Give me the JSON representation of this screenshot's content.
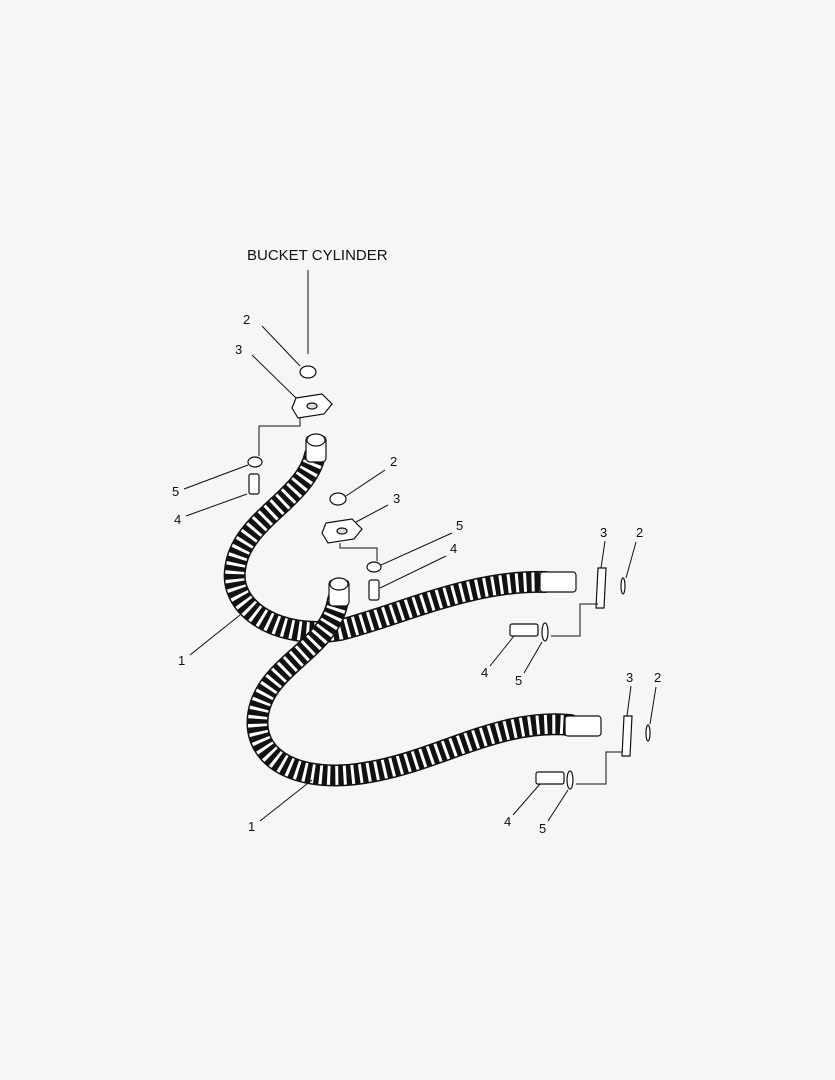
{
  "title": "BUCKET CYLINDER",
  "callouts": {
    "a_2": "2",
    "a_3": "3",
    "a_5": "5",
    "a_4": "4",
    "a_1": "1",
    "b_2": "2",
    "b_3": "3",
    "b_5": "5",
    "b_4": "4",
    "b_1": "1",
    "c_3": "3",
    "c_2": "2",
    "c_4": "4",
    "c_5": "5",
    "d_3": "3",
    "d_2": "2",
    "d_4": "4",
    "d_5": "5"
  }
}
